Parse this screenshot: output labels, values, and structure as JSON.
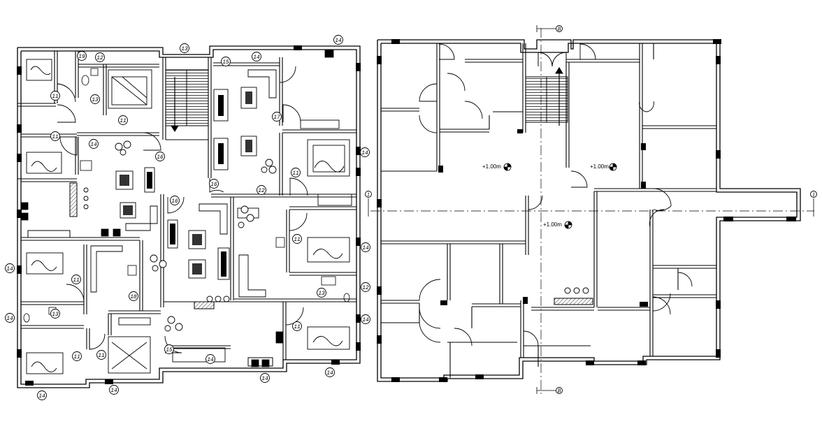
{
  "drawing": {
    "background": "#ffffff",
    "line_color": "#000000",
    "hatch_color": "#555555"
  },
  "left_plan": {
    "room_tags": [
      {
        "label": "14"
      },
      {
        "label": "19"
      },
      {
        "label": "12"
      },
      {
        "label": "13"
      },
      {
        "label": "14"
      },
      {
        "label": "15"
      },
      {
        "label": "14"
      },
      {
        "label": "11"
      },
      {
        "label": "13"
      },
      {
        "label": "11"
      },
      {
        "label": "11"
      },
      {
        "label": "14"
      },
      {
        "label": "16"
      },
      {
        "label": "17"
      },
      {
        "label": "14"
      },
      {
        "label": "11"
      },
      {
        "label": "16"
      },
      {
        "label": "12"
      },
      {
        "label": "16"
      },
      {
        "label": "11"
      },
      {
        "label": "14"
      },
      {
        "label": "11"
      },
      {
        "label": "14"
      },
      {
        "label": "18"
      },
      {
        "label": "13"
      },
      {
        "label": "12"
      },
      {
        "label": "13"
      },
      {
        "label": "11"
      },
      {
        "label": "14"
      },
      {
        "label": "11"
      },
      {
        "label": "11"
      },
      {
        "label": "15"
      },
      {
        "label": "14"
      },
      {
        "label": "14"
      },
      {
        "label": "14"
      },
      {
        "label": "14"
      },
      {
        "label": "14"
      }
    ]
  },
  "right_plan": {
    "levels": [
      {
        "text": "+1.00m"
      },
      {
        "text": "+1.00m"
      },
      {
        "text": "+1.00m"
      }
    ],
    "grid_bubbles": [
      {
        "label": "B"
      },
      {
        "label": "B"
      },
      {
        "label": "1"
      },
      {
        "label": "1"
      }
    ]
  }
}
